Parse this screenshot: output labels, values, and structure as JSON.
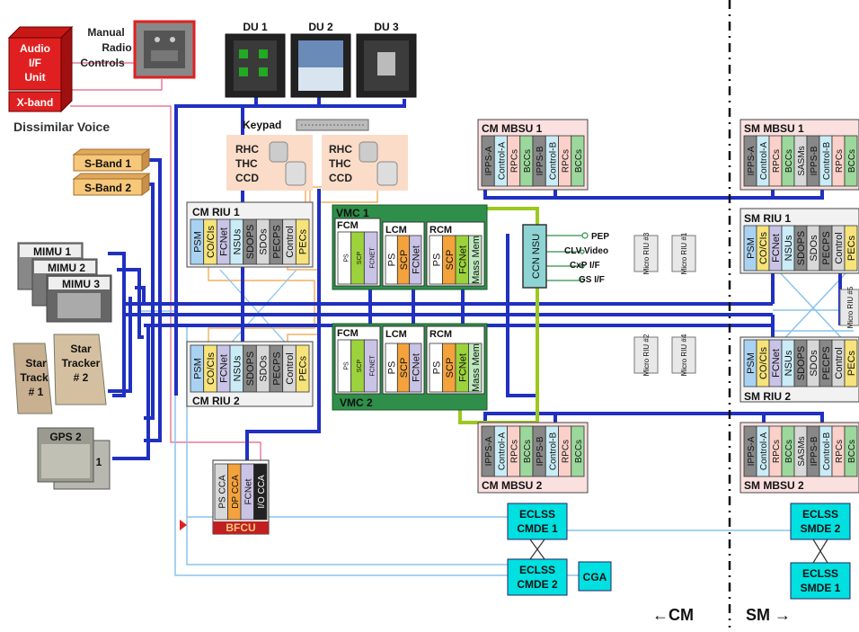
{
  "audio_unit": {
    "label_lines": [
      "Audio",
      "I/F",
      "Unit"
    ],
    "xband": "X-band"
  },
  "manual_radio": {
    "label_lines": [
      "Manual",
      "Radio",
      "Controls"
    ]
  },
  "dissimilar_voice": "Dissimilar Voice",
  "display_units": [
    "DU 1",
    "DU 2",
    "DU 3"
  ],
  "keypad": "Keypad",
  "hand_controllers": [
    {
      "lines": [
        "RHC",
        "THC",
        "CCD"
      ]
    },
    {
      "lines": [
        "RHC",
        "THC",
        "CCD"
      ]
    }
  ],
  "sband": [
    "S-Band 1",
    "S-Band 2"
  ],
  "mimu": [
    "MIMU 1",
    "MIMU 2",
    "MIMU 3"
  ],
  "star_trackers": [
    {
      "lines": [
        "Star",
        "Track",
        "# 1"
      ]
    },
    {
      "lines": [
        "Star",
        "Tracker",
        "# 2"
      ]
    }
  ],
  "gps": {
    "label": "GPS 2",
    "back_label": "1"
  },
  "cm_riu_1": {
    "title": "CM RIU 1",
    "cells": [
      "PSM",
      "CO/CIs",
      "FCNet",
      "NSUs",
      "SDOPS",
      "SDOs",
      "PECPS",
      "Control",
      "PECs"
    ]
  },
  "cm_riu_2": {
    "title": "CM RIU 2",
    "cells": [
      "PSM",
      "CO/CIs",
      "FCNet",
      "NSUs",
      "SDOPS",
      "SDOs",
      "PECPS",
      "Control",
      "PECs"
    ]
  },
  "vmc1": {
    "title": "VMC 1",
    "fcm": "FCM",
    "fcm_cells": [
      "PS",
      "SCP",
      "FCNET"
    ],
    "lcm": "LCM",
    "lcm_cells": [
      "PS",
      "SCP",
      "FCNet"
    ],
    "rcm": "RCM",
    "rcm_cells": [
      "PS",
      "SCP",
      "FCNet",
      "Mass Mem"
    ]
  },
  "vmc2": {
    "title": "VMC 2",
    "fcm": "FCM",
    "fcm_cells": [
      "PS",
      "SCP",
      "FCNET"
    ],
    "lcm": "LCM",
    "lcm_cells": [
      "PS",
      "SCP",
      "FCNet"
    ],
    "rcm": "RCM",
    "rcm_cells": [
      "PS",
      "SCP",
      "FCNet",
      "Mass Mem"
    ]
  },
  "ccn_nsu": "CCN NSU",
  "ccn_outputs": [
    "PEP",
    "CLV Video",
    "CxP I/F",
    "GS I/F"
  ],
  "cm_mbsu_1": {
    "title": "CM MBSU 1",
    "cells": [
      "IPPS-A",
      "Control-A",
      "RPCs",
      "BCCs",
      "IPPS-B",
      "Control-B",
      "RPCs",
      "BCCs"
    ]
  },
  "cm_mbsu_2": {
    "title": "CM MBSU 2",
    "cells": [
      "IPPS-A",
      "Control-A",
      "RPCs",
      "BCCs",
      "IPPS-B",
      "Control-B",
      "RPCs",
      "BCCs"
    ]
  },
  "micro_rius": [
    "Micro RIU #3",
    "Micro RIU #1",
    "Micro RIU #2",
    "Micro RIU #4"
  ],
  "sm_mbsu_1": {
    "title": "SM MBSU 1",
    "cells": [
      "IPPS-A",
      "Control-A",
      "RPCs",
      "BCCs",
      "SASMs",
      "IPPS-B",
      "Control-B",
      "RPCs",
      "BCCs"
    ]
  },
  "sm_mbsu_2": {
    "title": "SM MBSU 2",
    "cells": [
      "IPPS-A",
      "Control-A",
      "RPCs",
      "BCCs",
      "SASMs",
      "IPPS-B",
      "Control-B",
      "RPCs",
      "BCCs"
    ]
  },
  "sm_riu_1": {
    "title": "SM RIU 1",
    "cells": [
      "PSM",
      "CO/CIs",
      "FCNet",
      "NSUs",
      "SDOPS",
      "SDOs",
      "PECPS",
      "Control",
      "PECs"
    ]
  },
  "sm_riu_2": {
    "title": "SM RIU 2",
    "cells": [
      "PSM",
      "CO/CIs",
      "FCNet",
      "NSUs",
      "SDOPS",
      "SDOs",
      "PECPS",
      "Control",
      "PECs"
    ]
  },
  "micro_riu_sm": "Micro RIU #5",
  "bfcu": {
    "title": "BFCU",
    "cells": [
      "PS CCA",
      "DP CCA",
      "FCNet",
      "I/O CCA"
    ]
  },
  "eclss_cm": [
    {
      "lines": [
        "ECLSS",
        "CMDE 1"
      ]
    },
    {
      "lines": [
        "ECLSS",
        "CMDE 2"
      ]
    }
  ],
  "eclss_sm": [
    {
      "lines": [
        "ECLSS",
        "SMDE 2"
      ]
    },
    {
      "lines": [
        "ECLSS",
        "SMDE 1"
      ]
    }
  ],
  "cga": "CGA",
  "cm_arrow": "←CM",
  "sm_arrow": "SM →",
  "colors": {
    "bus_blue": "#2030c0",
    "light_blue": "#8cc4ec",
    "orange": "#f0a040",
    "pink": "#e06080",
    "green_bus": "#9cc820",
    "vmc_green": "#2f8f4a",
    "eclss_cyan": "#00e0e0",
    "sband_tan": "#f7c77a",
    "red_unit": "#e02020"
  }
}
